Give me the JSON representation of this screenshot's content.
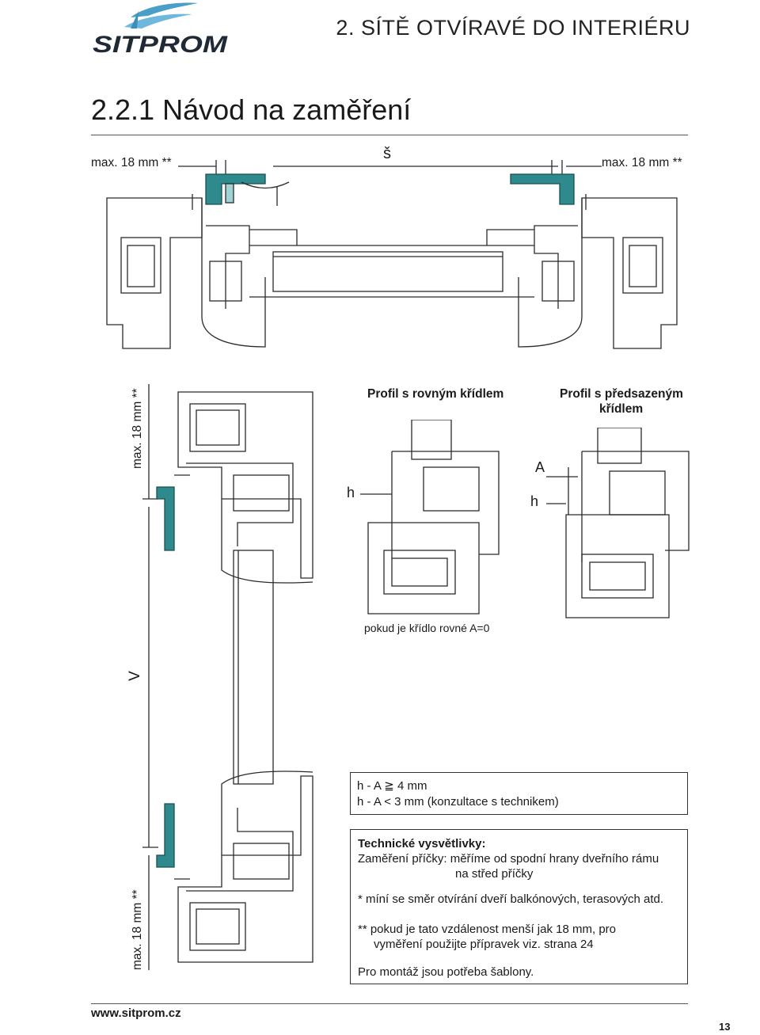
{
  "brand": {
    "name": "SITPROM",
    "colors": {
      "logo_teal": "#4a9fc8",
      "logo_dark": "#1f2a36"
    }
  },
  "header": {
    "chapter": "2. SÍTĚ OTVÍRAVÉ DO INTERIÉRU"
  },
  "section": {
    "title": "2.2.1   Návod na zaměření"
  },
  "top_diagram": {
    "left_dim": "max. 18 mm **",
    "center_dim": "š",
    "right_dim": "max. 18 mm **"
  },
  "side_diagram": {
    "top_dim": "max. 18 mm **",
    "height_dim": "V",
    "bottom_dim": "max. 18 mm **"
  },
  "profile_straight": {
    "title": "Profil s rovným křídlem",
    "h_label": "h",
    "caption": "pokud je křídlo rovné A=0"
  },
  "profile_offset": {
    "title_line1": "Profil s předsazeným",
    "title_line2": "křídlem",
    "a_label": "A",
    "h_label": "h"
  },
  "condition_box": {
    "line1_a": "h - A",
    "line1_sym": "≧",
    "line1_b": "4 mm",
    "line2": "h - A < 3 mm (konzultace s technikem)"
  },
  "notes": {
    "heading": "Technické vysvětlivky:",
    "line1": "Zaměření příčky: měříme od spodní hrany dveřního rámu",
    "line2": "na střed příčky",
    "line3": "* míní se směr otvírání dveří balkónových, terasových atd.",
    "line4": "** pokud je tato vzdálenost menší jak 18 mm, pro",
    "line5": "vyměření použijte přípravek viz. strana 24",
    "line6": "Pro montáž jsou potřeba šablony."
  },
  "footer": {
    "url": "www.sitprom.cz",
    "page": "13"
  },
  "colors": {
    "profile_teal": "#2e8a8c",
    "line": "#2b2b2b"
  }
}
